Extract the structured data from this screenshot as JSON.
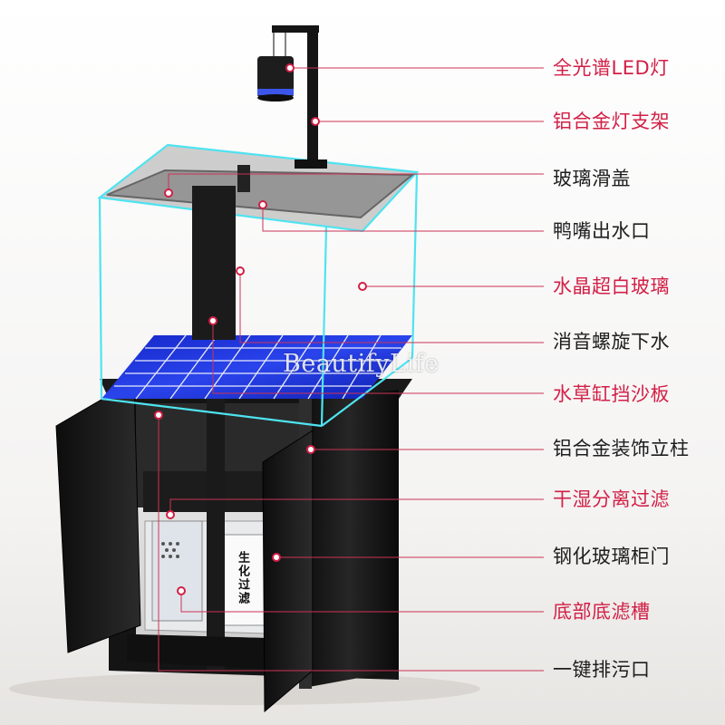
{
  "labels": [
    {
      "text": "全光谱LED灯",
      "color": "red"
    },
    {
      "text": "铝合金灯支架",
      "color": "red"
    },
    {
      "text": "玻璃滑盖",
      "color": "dark"
    },
    {
      "text": "鸭嘴出水口",
      "color": "dark"
    },
    {
      "text": "水晶超白玻璃",
      "color": "red"
    },
    {
      "text": "消音螺旋下水",
      "color": "dark"
    },
    {
      "text": "水草缸挡沙板",
      "color": "red"
    },
    {
      "text": "铝合金装饰立柱",
      "color": "dark"
    },
    {
      "text": "干湿分离过滤",
      "color": "red"
    },
    {
      "text": "钢化玻璃柜门",
      "color": "dark"
    },
    {
      "text": "底部底滤槽",
      "color": "red"
    },
    {
      "text": "一键排污口",
      "color": "dark"
    }
  ],
  "watermark": "BeautifyLife",
  "filter_box_text": "生化过滤",
  "colors": {
    "accent_red": "#d21f46",
    "label_dark": "#1e1e1e",
    "glass_edge": "#4fe3f0",
    "sand_board": "#1a2fd6",
    "cabinet": "#151515"
  }
}
